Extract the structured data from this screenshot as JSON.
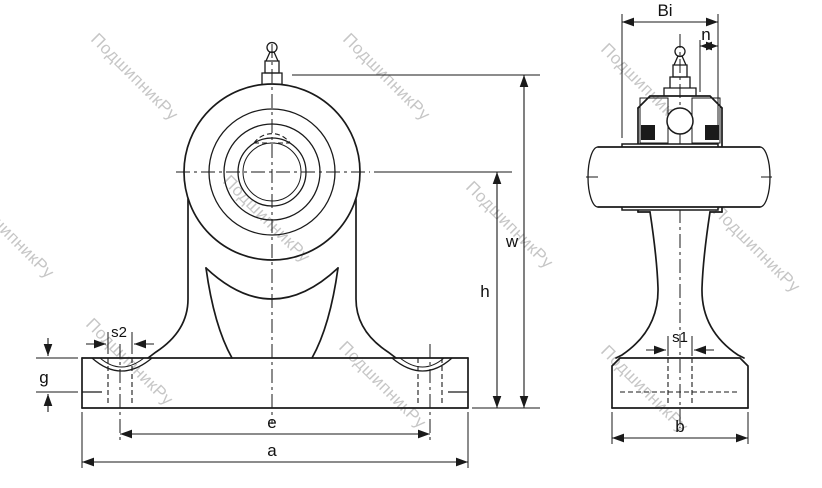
{
  "watermark": {
    "text": "ПодшипникРу"
  },
  "front_view": {
    "name": "pillow-block-front-view",
    "dims": {
      "s2": "s2",
      "g": "g",
      "e": "e",
      "a": "a",
      "h": "h",
      "w": "w"
    }
  },
  "side_view": {
    "name": "pillow-block-side-view",
    "dims": {
      "Bi": "Bi",
      "n": "n",
      "s1": "s1",
      "b": "b"
    }
  },
  "colors": {
    "line": "#1a1a1a",
    "watermark": "#c6c6c6",
    "background": "#ffffff"
  }
}
